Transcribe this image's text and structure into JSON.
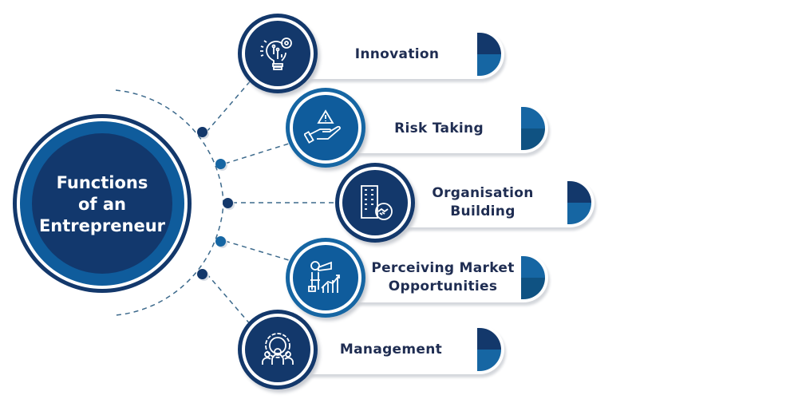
{
  "center": {
    "lines": [
      "Functions",
      "of an",
      "Entrepreneur"
    ]
  },
  "colors": {
    "navy": "#13386b",
    "blue": "#0f5c9c",
    "light_blue": "#1666a3",
    "text": "#1f2d52"
  },
  "items": [
    {
      "label_lines": [
        "Innovation"
      ],
      "icon": "lightbulb-gear-icon"
    },
    {
      "label_lines": [
        "Risk Taking"
      ],
      "icon": "hand-warning-icon"
    },
    {
      "label_lines": [
        "Organisation",
        "Building"
      ],
      "icon": "building-handshake-icon"
    },
    {
      "label_lines": [
        "Perceiving Market",
        "Opportunities"
      ],
      "icon": "telescope-growth-icon"
    },
    {
      "label_lines": [
        "Management"
      ],
      "icon": "gear-team-icon"
    }
  ]
}
